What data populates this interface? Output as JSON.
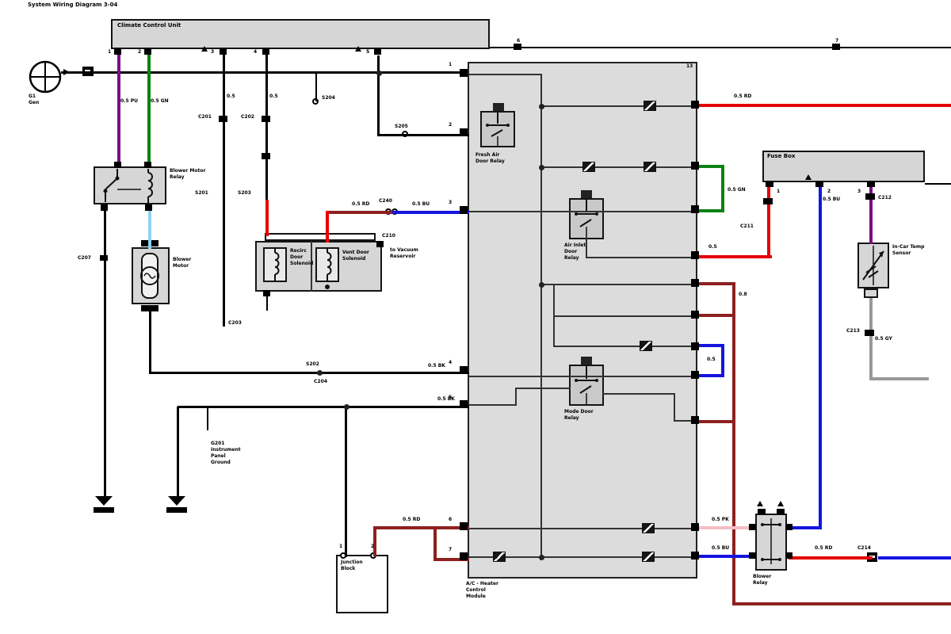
{
  "meta": {
    "title": "System Wiring Diagram 3-04"
  },
  "colors": {
    "wire_black": "#000000",
    "wire_purple": "#7c0c86",
    "wire_green": "#0a8212",
    "wire_red": "#e60000",
    "wire_dark_red": "#8e2020",
    "wire_blue": "#1414e0",
    "wire_light_blue": "#8fd2ef",
    "wire_pink": "#f6bdc5",
    "wire_gray": "#999999",
    "unit_fill": "#d6d6d6",
    "module_fill": "#dcdcdc"
  },
  "labels": {
    "title": "System Wiring Diagram 3-04",
    "bar1_label": "Climate Control Unit",
    "bar2_label": "Fuse Box",
    "main_l1": "A/C - Heater",
    "main_l2": "Control",
    "main_l3": "Module",
    "gen_l1": "G1",
    "gen_l2": "Gen",
    "relay1_l1": "Blower Motor",
    "relay1_l2": "Relay",
    "motor_l1": "Blower",
    "motor_l2": "Motor",
    "sol1_l1": "Recirc",
    "sol1_l2": "Door",
    "sol1_l3": "Solenoid",
    "sol2_l1": "Vent Door",
    "sol2_l2": "Solenoid",
    "vac_l1": "to Vacuum",
    "vac_l2": "Reservoir",
    "jb_l1": "Junction",
    "jb_l2": "Block",
    "relayA_l1": "Fresh Air",
    "relayA_l2": "Door Relay",
    "relayB_l1": "Air Inlet",
    "relayB_l2": "Door",
    "relayB_l3": "Relay",
    "relayC_l1": "Mode Door",
    "relayC_l2": "Relay",
    "relayD_l1": "Blower",
    "relayD_l2": "Relay",
    "sensor_l1": "In-Car Temp",
    "sensor_l2": "Sensor",
    "g_l1": "G201",
    "g_l2": "Instrument",
    "g_l3": "Panel",
    "g_l4": "Ground",
    "c201": "C201",
    "c202": "C202",
    "c203": "C203",
    "c204": "C204",
    "c207": "C207",
    "c210": "C210",
    "c211": "C211",
    "c212": "C212",
    "c213": "C213",
    "c214": "C214",
    "c240": "C240",
    "s201": "S201",
    "s202": "S202",
    "s203": "S203",
    "s204": "S204",
    "s205": "S205",
    "g05": "0.5",
    "g08": "0.8",
    "gRD": "0.5 RD",
    "gBU": "0.5 BU",
    "gGN": "0.5 GN",
    "gPK": "0.5 PK",
    "gPU": "0.5 PU",
    "gGY": "0.5 GY",
    "gBK": "0.5 BK",
    "p1": "1",
    "p2": "2",
    "p3": "3",
    "p4": "4",
    "p5": "5",
    "p6": "6",
    "p7": "7",
    "p13": "13"
  }
}
